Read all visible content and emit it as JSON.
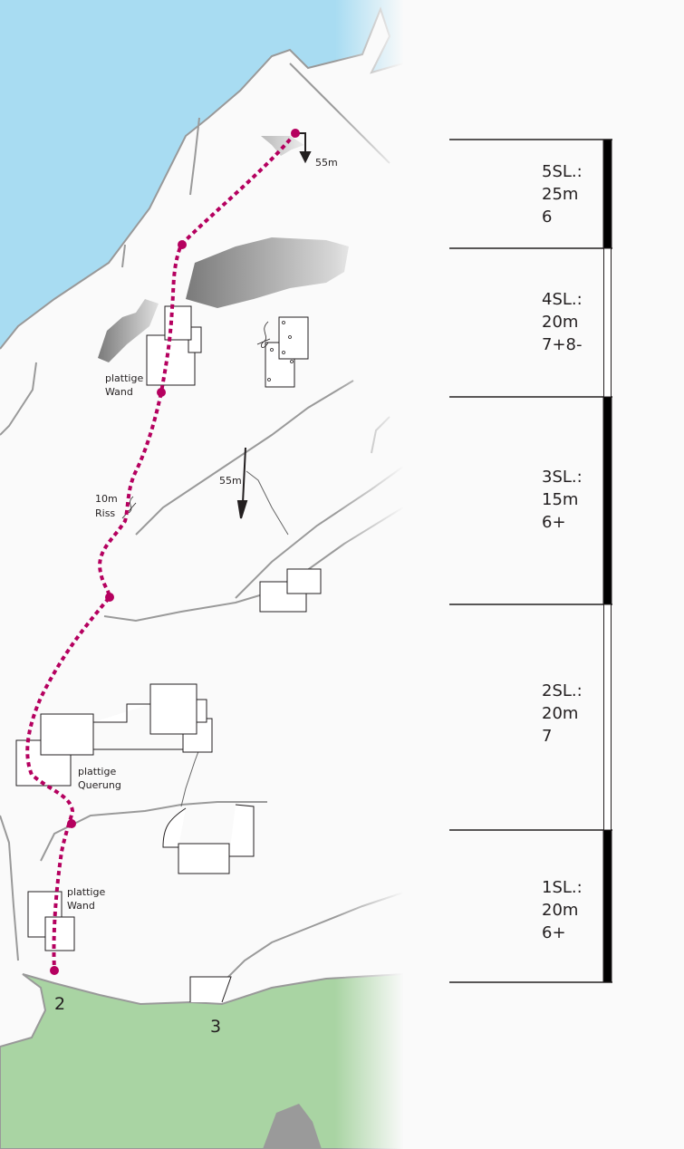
{
  "topo": {
    "labels": {
      "rappel_top": "55m",
      "rappel_mid": "55m",
      "slab_upper_1": "plattige",
      "slab_upper_2": "Wand",
      "crack_1": "10m",
      "crack_2": "Riss",
      "traverse_1": "plattige",
      "traverse_2": "Querung",
      "slab_lower_1": "plattige",
      "slab_lower_2": "Wand",
      "route_number": "2",
      "neighbor_route_number": "3"
    },
    "colors": {
      "route": "#b5005f",
      "sky": "#a8dcf2",
      "ground": "#a9d4a3",
      "rock": "#9a9a9a"
    }
  },
  "pitches": [
    {
      "name": "5SL.:",
      "length": "25m",
      "grade": "6"
    },
    {
      "name": "4SL.:",
      "length": "20m",
      "grade": "7+8-"
    },
    {
      "name": "3SL.:",
      "length": "15m",
      "grade": "6+"
    },
    {
      "name": "2SL.:",
      "length": "20m",
      "grade": "7"
    },
    {
      "name": "1SL.:",
      "length": "20m",
      "grade": "6+"
    }
  ]
}
